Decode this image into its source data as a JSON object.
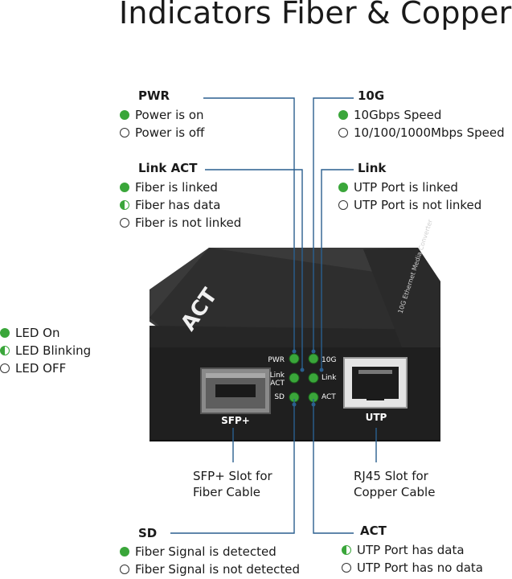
{
  "title": "Indicators Fiber & Copper",
  "pwr": {
    "heading": "PWR",
    "items": [
      {
        "state": "on",
        "text": "Power is on"
      },
      {
        "state": "off",
        "text": "Power is off"
      }
    ]
  },
  "g10": {
    "heading": "10G",
    "items": [
      {
        "state": "on",
        "text": "10Gbps Speed"
      },
      {
        "state": "off",
        "text": "10/100/1000Mbps Speed"
      }
    ]
  },
  "linkact": {
    "heading": "Link ACT",
    "items": [
      {
        "state": "on",
        "text": "Fiber is linked"
      },
      {
        "state": "blink",
        "text": "Fiber has data"
      },
      {
        "state": "off",
        "text": "Fiber is not linked"
      }
    ]
  },
  "link": {
    "heading": "Link",
    "items": [
      {
        "state": "on",
        "text": "UTP Port is linked"
      },
      {
        "state": "off",
        "text": "UTP Port is not linked"
      }
    ]
  },
  "legend": {
    "items": [
      {
        "state": "on",
        "text": "LED On"
      },
      {
        "state": "blink",
        "text": "LED Blinking"
      },
      {
        "state": "off",
        "text": "LED OFF"
      }
    ]
  },
  "device": {
    "brand": "ACT",
    "model_text": "10G Ethernet Media Converter",
    "led_left": [
      "PWR",
      "Link ACT",
      "SD"
    ],
    "led_right": [
      "10G",
      "Link",
      "ACT"
    ],
    "sfp_label": "SFP+",
    "utp_label": "UTP"
  },
  "sfp_caption": {
    "line1": "SFP+ Slot for",
    "line2": "Fiber Cable"
  },
  "rj45_caption": {
    "line1": "RJ45 Slot for",
    "line2": "Copper Cable"
  },
  "sd": {
    "heading": "SD",
    "items": [
      {
        "state": "on",
        "text": "Fiber Signal is detected"
      },
      {
        "state": "off",
        "text": "Fiber Signal is not detected"
      }
    ]
  },
  "act": {
    "heading": "ACT",
    "items": [
      {
        "state": "blink",
        "text": "UTP Port has data"
      },
      {
        "state": "off",
        "text": "UTP Port has no data"
      }
    ]
  },
  "colors": {
    "led_green": "#3aa63a",
    "line_blue": "#2a5f8f",
    "device_body": "#2b2b2b"
  }
}
